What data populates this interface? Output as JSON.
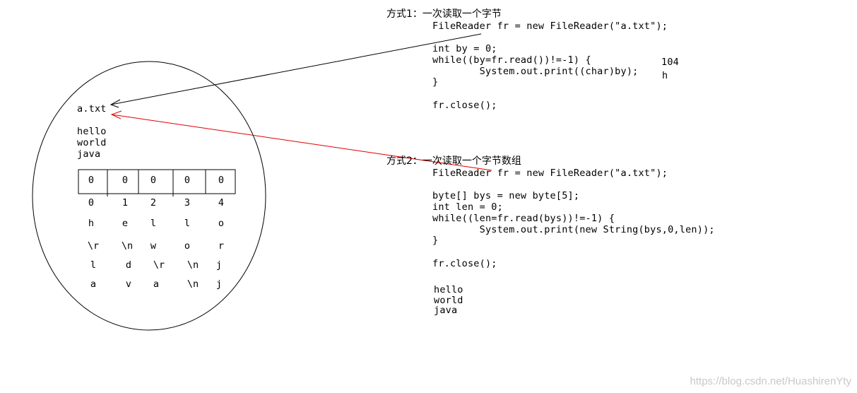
{
  "file": {
    "name": "a.txt",
    "lines": [
      "hello",
      "world",
      "java"
    ],
    "array_initial": [
      "0",
      "0",
      "0",
      "0",
      "0"
    ],
    "indices": [
      "0",
      "1",
      "2",
      "3",
      "4"
    ],
    "rows": [
      [
        "h",
        "e",
        "l",
        "l",
        "o"
      ],
      [
        "\\r",
        "\\n",
        "w",
        "o",
        "r"
      ],
      [
        "l",
        "d",
        "\\r",
        "\\n",
        "j"
      ],
      [
        "a",
        "v",
        "a",
        "\\n",
        "j"
      ]
    ]
  },
  "method1": {
    "title": "方式1：一次读取一个字节",
    "code": [
      "FileReader fr = new FileReader(\"a.txt\");",
      "",
      "int by = 0;",
      "while((by=fr.read())!=-1) {",
      "        System.out.print((char)by);",
      "}",
      "",
      "fr.close();"
    ],
    "output": [
      "104",
      "h"
    ]
  },
  "method2": {
    "title": "方式2：一次读取一个字节数组",
    "code": [
      "FileReader fr = new FileReader(\"a.txt\");",
      "",
      "byte[] bys = new byte[5];",
      "int len = 0;",
      "while((len=fr.read(bys))!=-1) {",
      "        System.out.print(new String(bys,0,len));",
      "}",
      "",
      "fr.close();"
    ],
    "output": [
      "hello",
      "world",
      "java"
    ]
  },
  "arrows": {
    "method1_color": "#000000",
    "method2_color": "#e00000"
  },
  "watermark": "https://blog.csdn.net/HuashirenYty"
}
